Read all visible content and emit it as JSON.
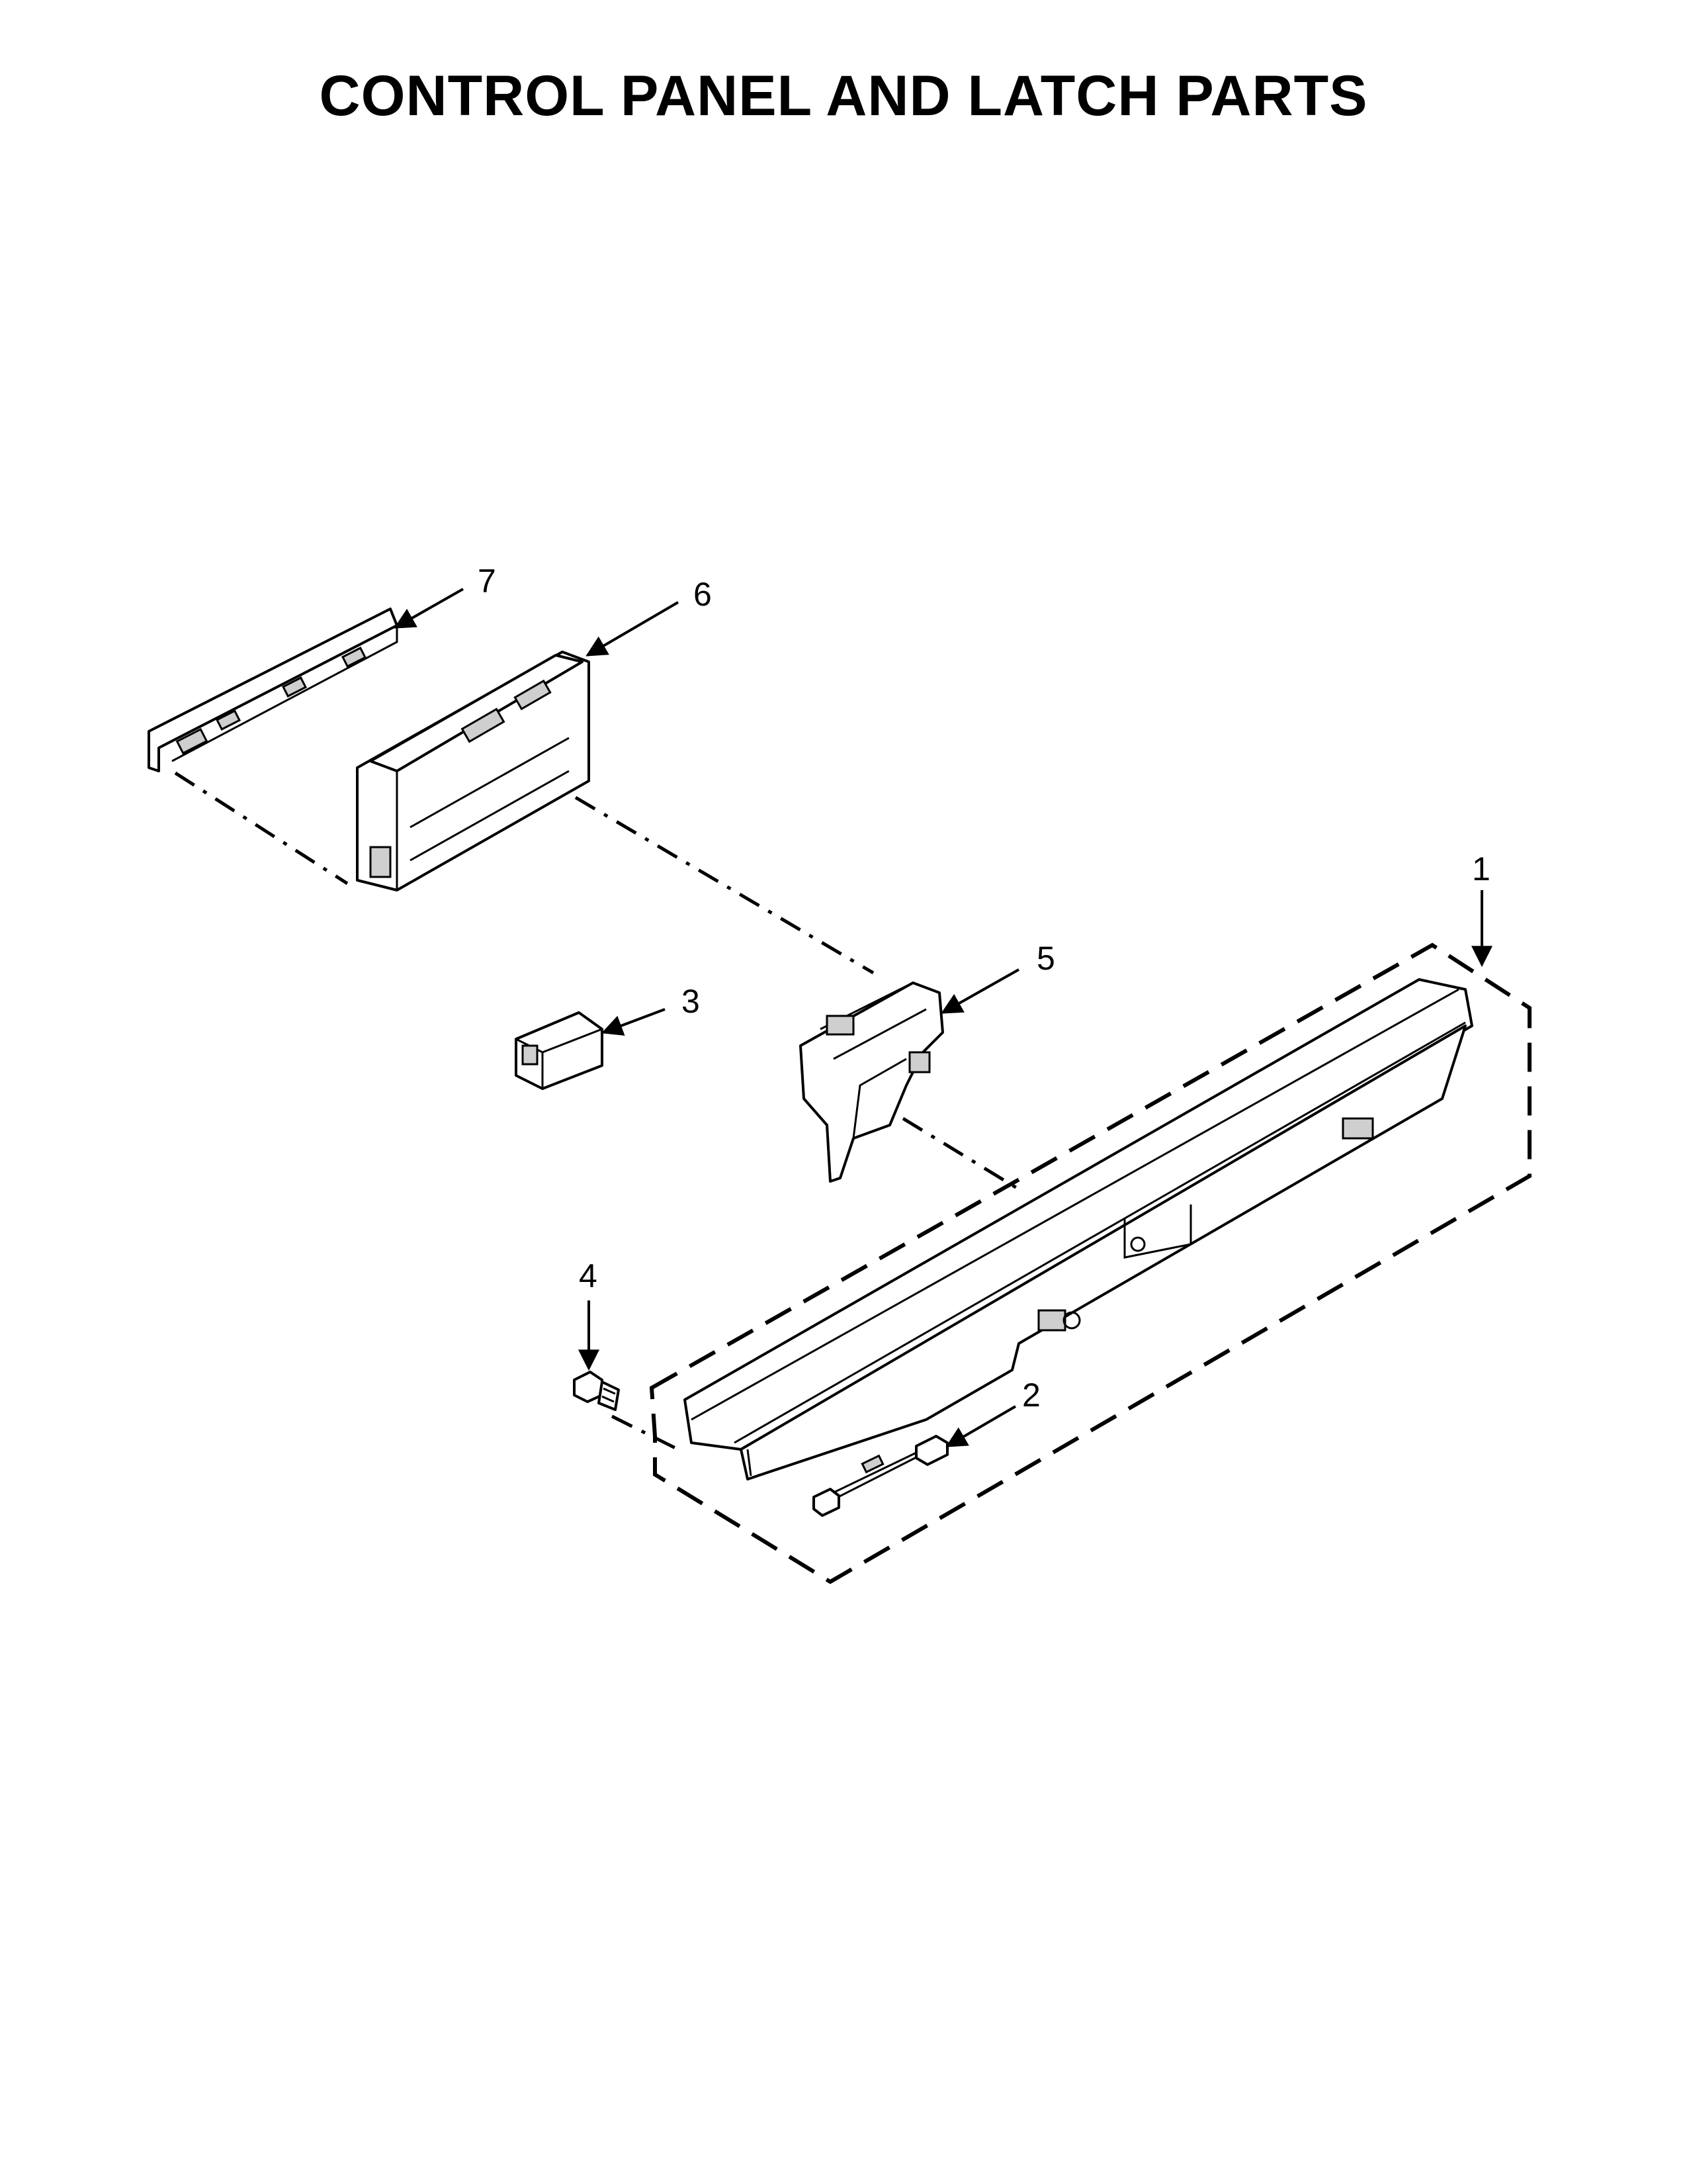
{
  "title": "CONTROL PANEL AND LATCH PARTS",
  "callouts": {
    "c1": "1",
    "c2": "2",
    "c3": "3",
    "c4": "4",
    "c5": "5",
    "c6": "6",
    "c7": "7"
  }
}
